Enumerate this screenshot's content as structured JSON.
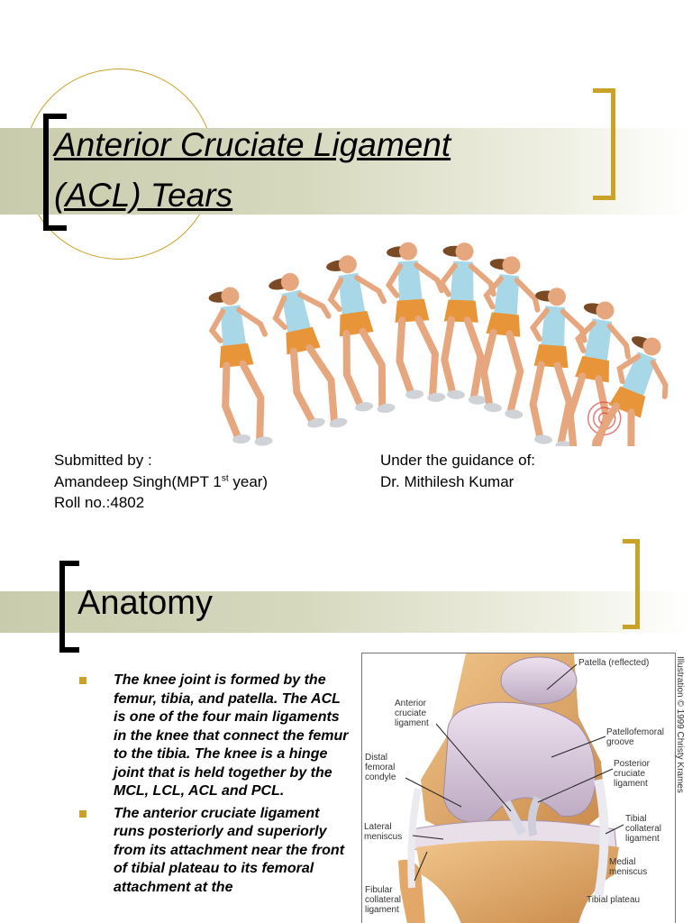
{
  "slide1": {
    "title_lines": [
      "Anterior Cruciate Ligament",
      "(ACL) Tears"
    ],
    "submitted": {
      "label": "Submitted by :",
      "name_prefix": "Amandeep Singh(MPT 1",
      "name_sup": "st",
      "name_suffix": " year)",
      "roll": "Roll no.:4802"
    },
    "guidance": {
      "label": "Under the guidance of:",
      "name": "Dr. Mithilesh Kumar"
    }
  },
  "slide2": {
    "heading": "Anatomy",
    "bullets": [
      "The knee joint is formed by the femur, tibia, and patella.  The ACL is one of the four main ligaments in the knee that connect the femur to the tibia. The knee is a hinge joint that is held together by the MCL, LCL, ACL and PCL.",
      "The anterior cruciate ligament runs posteriorly and superiorly from its attachment near the front of tibial plateau to its femoral attachment at the"
    ],
    "figure": {
      "credit": "Illustration © 1999 Christy Krames",
      "labels": {
        "patella": "Patella (reflected)",
        "acl": [
          "Anterior",
          "cruciate",
          "ligament"
        ],
        "groove": [
          "Patellofemoral",
          "groove"
        ],
        "condyle": [
          "Distal",
          "femoral",
          "condyle"
        ],
        "pcl": [
          "Posterior",
          "cruciate",
          "ligament"
        ],
        "lateral_meniscus": [
          "Lateral",
          "meniscus"
        ],
        "tcl": [
          "Tibial",
          "collateral",
          "ligament"
        ],
        "medial_meniscus": [
          "Medial",
          "meniscus"
        ],
        "fcl": [
          "Fibular",
          "collateral",
          "ligament"
        ],
        "plateau": "Tibial plateau"
      }
    }
  },
  "colors": {
    "accent_gold": "#c9a227",
    "band": "#d3d6b9",
    "skin": "#e6a77e",
    "shorts": "#e8953a",
    "top": "#a8d8e8",
    "hair": "#7a4a25",
    "bone": "#e8b57a",
    "cartilage": "#dccde0"
  }
}
